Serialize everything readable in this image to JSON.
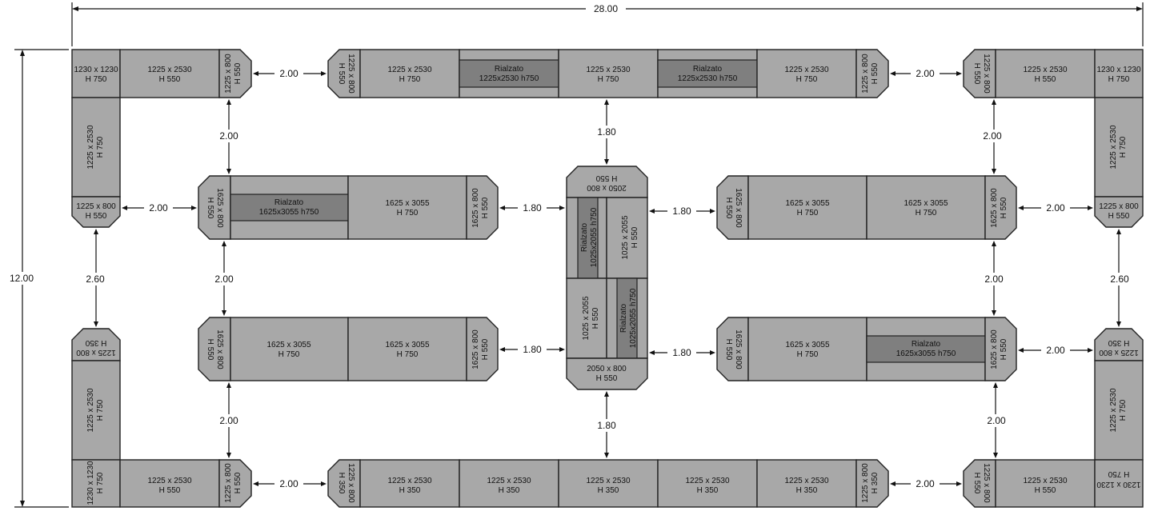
{
  "overall_width": "28.00",
  "overall_height": "12.00",
  "gaps": {
    "g200": "2.00",
    "g180": "1.80",
    "g260": "2.60"
  },
  "labels": {
    "t1230_750_a": "1230 x 1230",
    "t1230_750_b": "H 750",
    "t2530_750_a": "1225 x 2530",
    "t2530_750_b": "H 750",
    "t2530_550_a": "1225 x 2530",
    "t2530_550_b": "H 550",
    "t2530_350_a": "1225 x 2530",
    "t2530_350_b": "H 350",
    "t800_550_a": "1225 x 800",
    "t800_550_b": "H 550",
    "t800_350_a": "1225 x 800",
    "t800_350_b": "H 350",
    "t3055_750_a": "1625 x 3055",
    "t3055_750_b": "H 750",
    "t1625_800_a": "1625 x 800",
    "t1625_800_b": "H 550",
    "t2050_a": "2050 x 800",
    "t2050_b": "H 550",
    "t2055_a": "1025 x 2055",
    "t2055_b": "H 550",
    "r_word": "Rialzato",
    "r_2530": "1225x2530 h750",
    "r_3055": "1625x3055 h750",
    "r_2055": "1025x2055 h750"
  },
  "colors": {
    "block": "#a8a8a8",
    "raised_block": "#7f7f7f",
    "outline": "#222222"
  }
}
